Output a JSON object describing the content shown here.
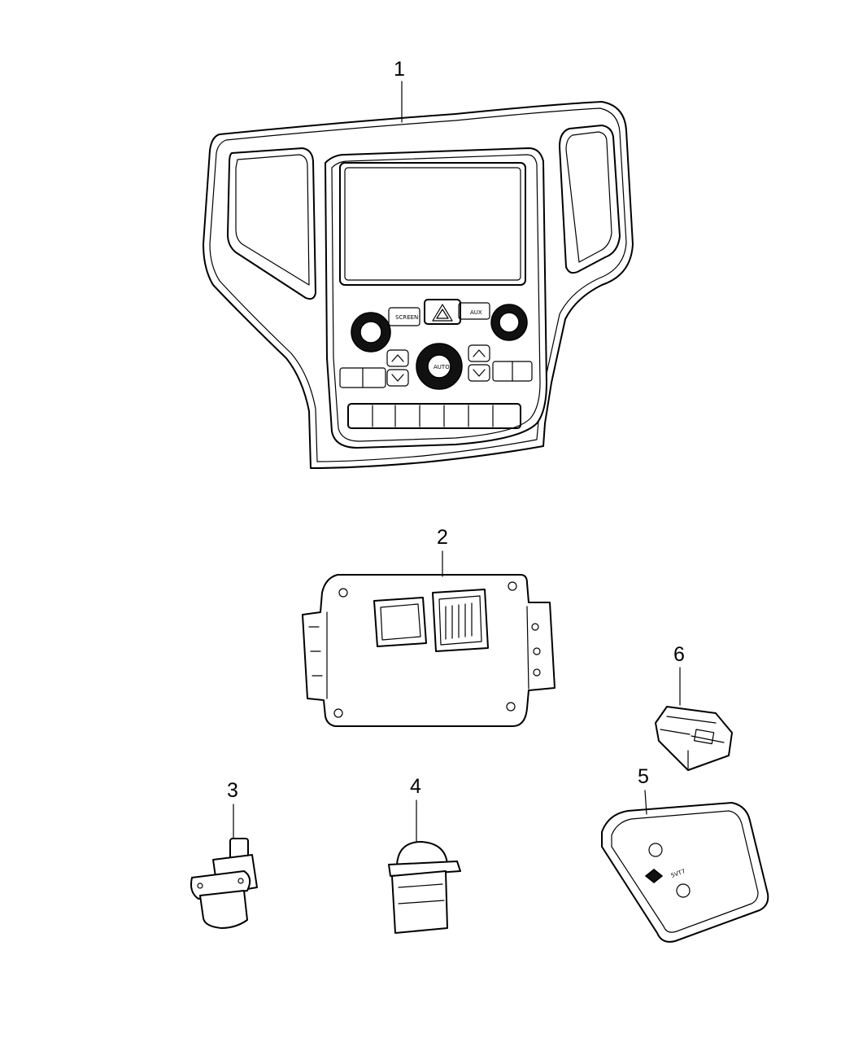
{
  "callouts": {
    "c1": "1",
    "c2": "2",
    "c3": "3",
    "c4": "4",
    "c5": "5",
    "c6": "6"
  },
  "parts": [
    {
      "id": "1",
      "icon": "instrument-panel-bezel"
    },
    {
      "id": "2",
      "icon": "control-module"
    },
    {
      "id": "3",
      "icon": "sensor"
    },
    {
      "id": "4",
      "icon": "sensor-dome"
    },
    {
      "id": "5",
      "icon": "bracket-cover"
    },
    {
      "id": "6",
      "icon": "switch-module"
    }
  ]
}
